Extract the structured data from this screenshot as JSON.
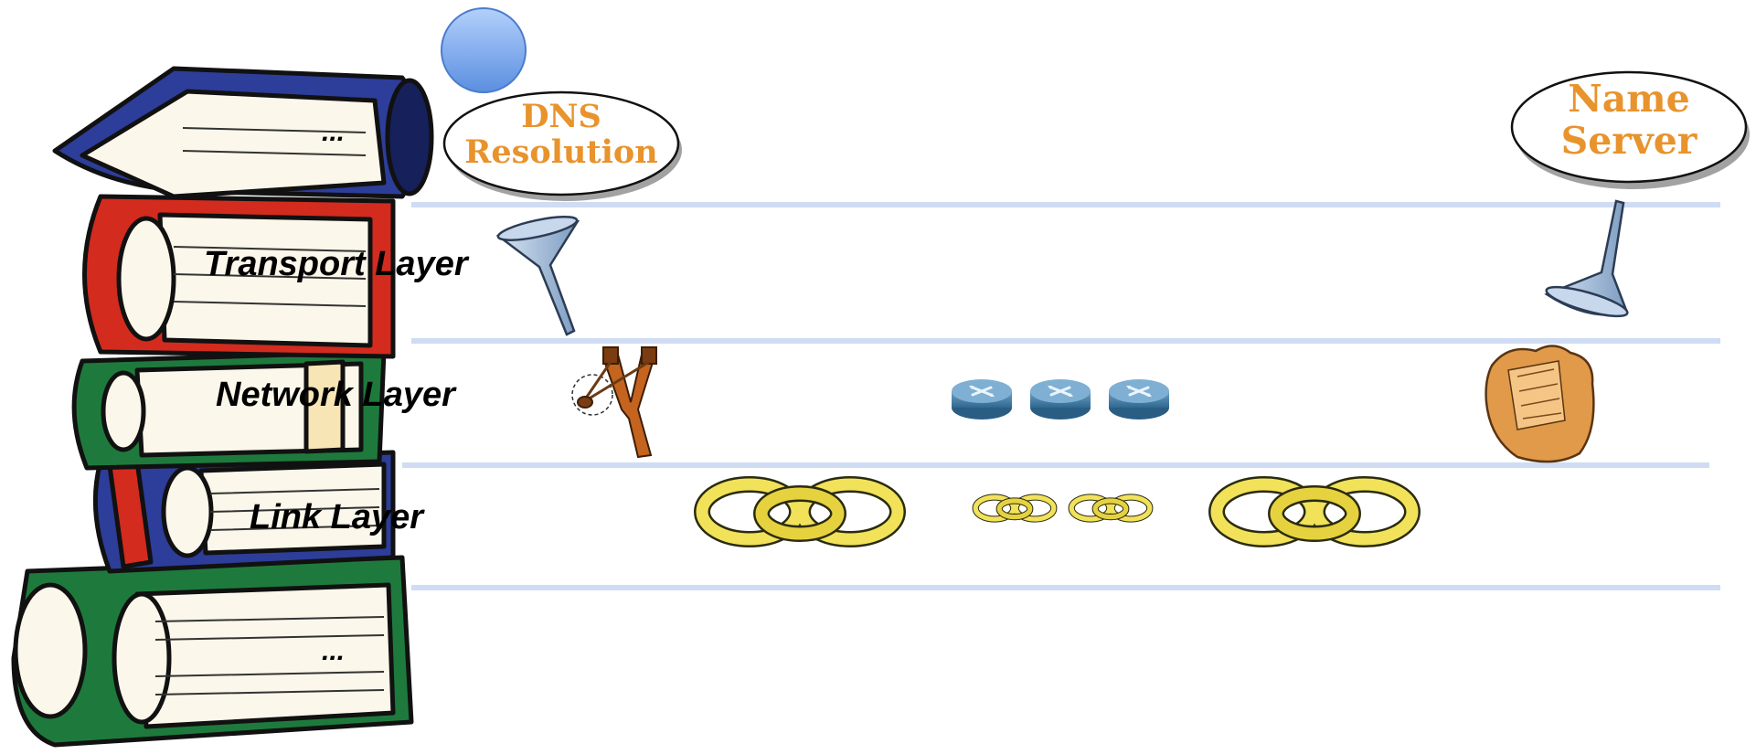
{
  "layers": {
    "transport": "Transport Layer",
    "network": "Network Layer",
    "link": "Link Layer"
  },
  "book_stack": {
    "top_ellipsis": "...",
    "bottom_ellipsis": "..."
  },
  "bubbles": {
    "dns_resolution": {
      "line1": "DNS",
      "line2": "Resolution"
    },
    "name_server": {
      "line1": "Name",
      "line2": "Server"
    }
  },
  "icons": {
    "book_stack": "book-stack-icon",
    "ball": "blue-ball-icon",
    "funnel": "funnel-icon",
    "slingshot": "slingshot-icon",
    "router": "router-icon",
    "chain": "chain-link-icon",
    "mitt": "baseball-mitt-icon"
  },
  "colors": {
    "layer_line": "#cfdcf3",
    "bubble_text": "#e8932c",
    "ball": "#7aa8ec",
    "router": "#4f86ad",
    "chain": "#f1e25a",
    "funnel": "#9fb8d6",
    "mitt": "#e09a4a"
  }
}
